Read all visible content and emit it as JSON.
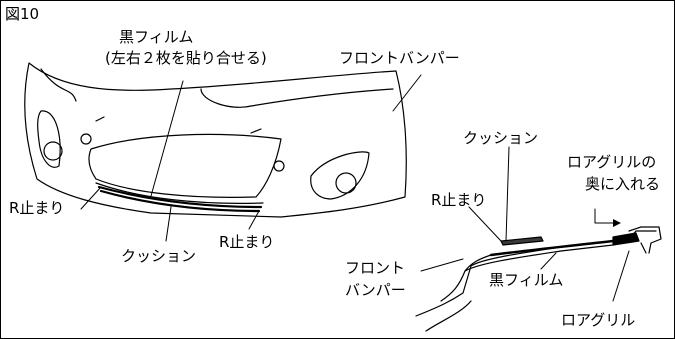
{
  "figure_no": "図10",
  "labels": {
    "black_film_top": "黒フィルム",
    "black_film_note": "(左右２枚を貼り合せる)",
    "front_bumper_top": "フロントバンパー",
    "r_stop_left": "R止まり",
    "cushion_bottom": "クッション",
    "r_stop_mid": "R止まり",
    "cushion_right": "クッション",
    "r_stop_right": "R止まり",
    "lower_grille_insert_1": "ロアグリルの",
    "lower_grille_insert_2": "奥に入れる",
    "front_bumper_right_1": "フロント",
    "front_bumper_right_2": "バンパー",
    "black_film_right": "黒フィルム",
    "lower_grille_bottom": "ロアグリル"
  },
  "colors": {
    "line": "#000000",
    "film": "#3a3a3a",
    "background": "#ffffff"
  }
}
